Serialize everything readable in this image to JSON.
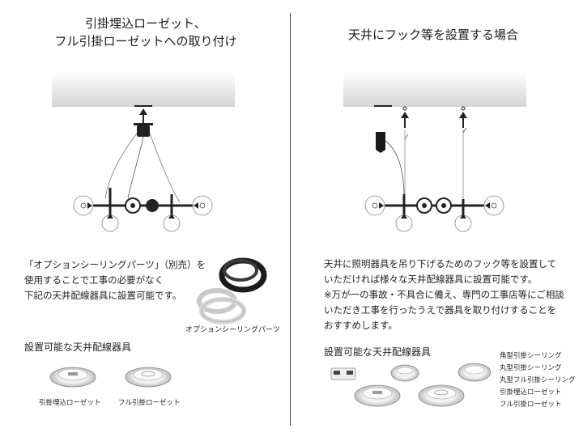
{
  "left": {
    "title_line1": "引掛埋込ローゼット、",
    "title_line2": "フル引掛ローゼットへの取り付け",
    "desc_lines": [
      "「オプションシーリングパーツ」（別売）を",
      "使用することで工事の必要がなく",
      "下記の天井配線器具に設置可能です。"
    ],
    "option_caption": "オプションシーリングパーツ",
    "devices_heading": "設置可能な天井配線器具",
    "device_labels": [
      "引掛埋込ローゼット",
      "フル引掛ローゼット"
    ]
  },
  "right": {
    "title": "天井にフック等を設置する場合",
    "desc_lines": [
      "天井に照明器具を吊り下げるためのフック等を設置して",
      "いただければ様々な天井配線器具に設置可能です。",
      "※万が一の事故・不具合に備え、専門の工事店等にご相談",
      "いただき工事を行ったうえで器具を取り付けすることを",
      "おすすめします。"
    ],
    "devices_heading": "設置可能な天井配線器具",
    "device_list": [
      "角型引掛シーリング",
      "丸型引掛シーリング",
      "丸型フル引掛シーリング",
      "引掛埋込ローゼット",
      "フル引掛ローゼット"
    ]
  }
}
